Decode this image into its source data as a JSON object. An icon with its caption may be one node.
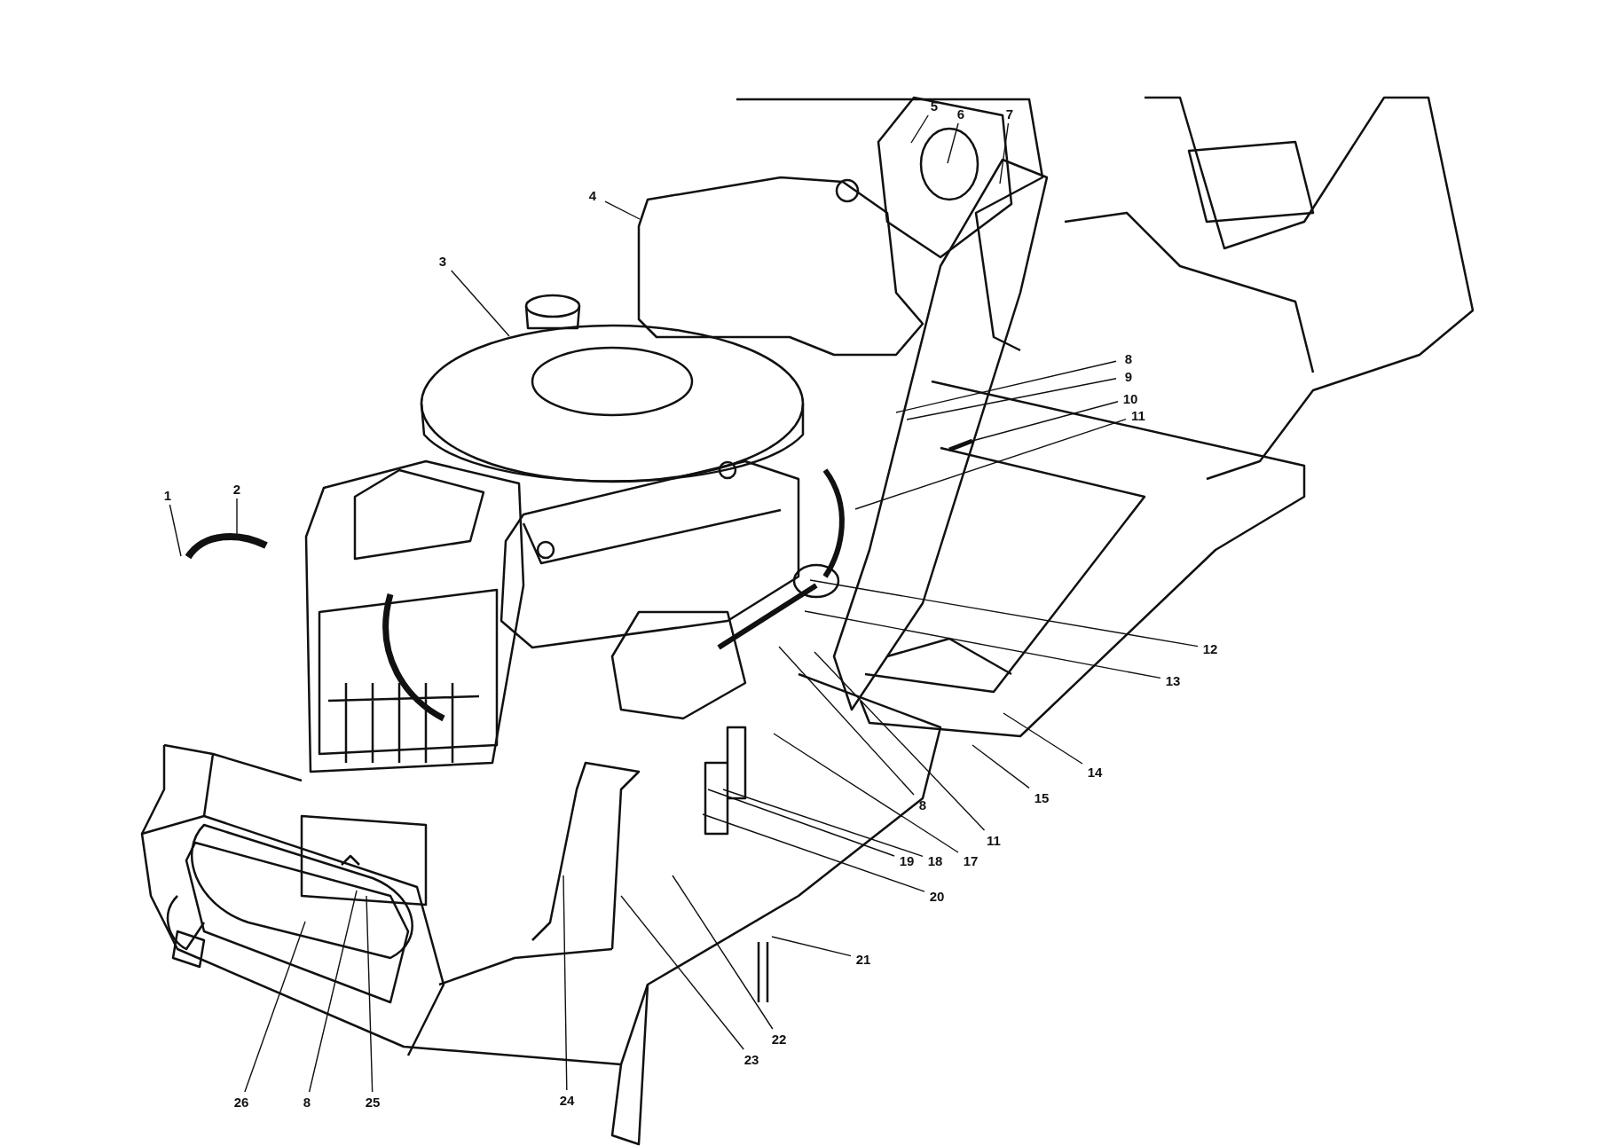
{
  "diagram": {
    "nodes": [
      {
        "text": [
          "1"
        ]
      },
      {
        "text": [
          "2"
        ]
      },
      {
        "text": [
          "3"
        ]
      },
      {
        "text": [
          "4"
        ]
      },
      {
        "text": [
          "5"
        ]
      },
      {
        "text": [
          "6"
        ]
      },
      {
        "text": [
          "7"
        ]
      },
      {
        "text": [
          "8"
        ]
      },
      {
        "text": [
          "9"
        ]
      },
      {
        "text": [
          "10"
        ]
      },
      {
        "text": [
          "11"
        ]
      },
      {
        "text": [
          "12"
        ]
      },
      {
        "text": [
          "13"
        ]
      },
      {
        "text": [
          "14"
        ]
      },
      {
        "text": [
          "15"
        ]
      },
      {
        "text": [
          "8"
        ]
      },
      {
        "text": [
          "11"
        ]
      },
      {
        "text": [
          "19"
        ]
      },
      {
        "text": [
          "18"
        ]
      },
      {
        "text": [
          "17"
        ]
      },
      {
        "text": [
          "20"
        ]
      },
      {
        "text": [
          "21"
        ]
      },
      {
        "text": [
          "22"
        ]
      },
      {
        "text": [
          "23"
        ]
      },
      {
        "text": [
          "24"
        ]
      },
      {
        "text": [
          "26"
        ]
      },
      {
        "text": [
          "8"
        ]
      },
      {
        "text": [
          "25"
        ]
      }
    ],
    "edges": [
      {
        "from": 0,
        "to": null,
        "arrow": "none"
      },
      {
        "from": 1,
        "to": null,
        "arrow": "none"
      },
      {
        "from": 2,
        "to": null,
        "arrow": "none"
      },
      {
        "from": 3,
        "to": null,
        "arrow": "none"
      },
      {
        "from": 4,
        "to": null,
        "arrow": "none"
      },
      {
        "from": 5,
        "to": null,
        "arrow": "none"
      },
      {
        "from": 6,
        "to": null,
        "arrow": "none"
      },
      {
        "from": 7,
        "to": null,
        "arrow": "none"
      },
      {
        "from": 8,
        "to": null,
        "arrow": "none"
      },
      {
        "from": 9,
        "to": null,
        "arrow": "none"
      },
      {
        "from": 10,
        "to": null,
        "arrow": "none"
      },
      {
        "from": 11,
        "to": null,
        "arrow": "none"
      },
      {
        "from": 12,
        "to": null,
        "arrow": "none"
      },
      {
        "from": 13,
        "to": null,
        "arrow": "none"
      },
      {
        "from": 14,
        "to": null,
        "arrow": "none"
      },
      {
        "from": 15,
        "to": null,
        "arrow": "none"
      },
      {
        "from": 16,
        "to": null,
        "arrow": "none"
      },
      {
        "from": 17,
        "to": null,
        "arrow": "none"
      },
      {
        "from": 18,
        "to": null,
        "arrow": "none"
      },
      {
        "from": 19,
        "to": null,
        "arrow": "none"
      },
      {
        "from": 20,
        "to": null,
        "arrow": "none"
      },
      {
        "from": 21,
        "to": null,
        "arrow": "none"
      },
      {
        "from": 22,
        "to": null,
        "arrow": "none"
      },
      {
        "from": 23,
        "to": null,
        "arrow": "none"
      },
      {
        "from": 24,
        "to": null,
        "arrow": "none"
      },
      {
        "from": 25,
        "to": null,
        "arrow": "none"
      },
      {
        "from": 26,
        "to": null,
        "arrow": "none"
      },
      {
        "from": 27,
        "to": null,
        "arrow": "none"
      }
    ]
  }
}
